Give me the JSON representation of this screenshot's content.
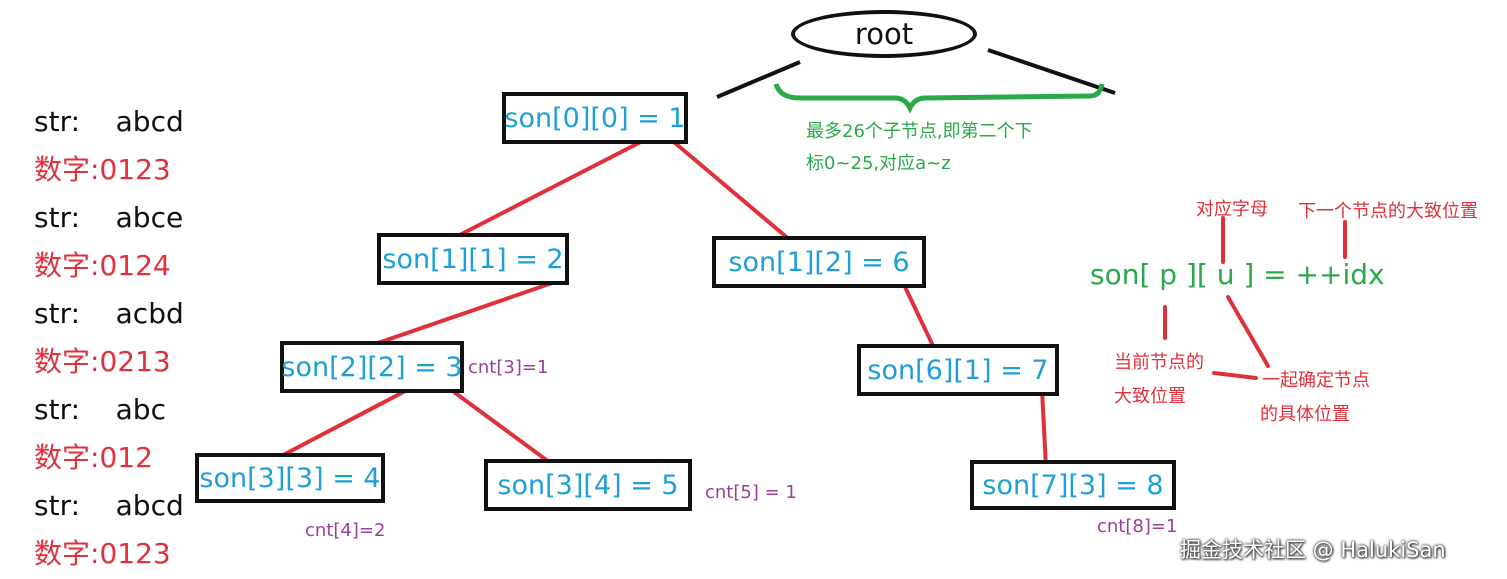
{
  "root_label": "root",
  "left_pairs": [
    {
      "str_label": "str:",
      "str_value": "abcd",
      "num_label": "数字:",
      "num_value": "0123"
    },
    {
      "str_label": "str:",
      "str_value": "abce",
      "num_label": "数字:",
      "num_value": "0124"
    },
    {
      "str_label": "str:",
      "str_value": "acbd",
      "num_label": "数字:",
      "num_value": "0213"
    },
    {
      "str_label": "str:",
      "str_value": "abc",
      "num_label": "数字:",
      "num_value": "012"
    },
    {
      "str_label": "str:",
      "str_value": "abcd",
      "num_label": "数字:",
      "num_value": "0123"
    }
  ],
  "nodes": [
    {
      "id": "n1",
      "label": "son[0][0] = 1"
    },
    {
      "id": "n2",
      "label": "son[1][1] = 2"
    },
    {
      "id": "n6",
      "label": "son[1][2] = 6"
    },
    {
      "id": "n3",
      "label": "son[2][2] = 3"
    },
    {
      "id": "n7",
      "label": "son[6][1] = 7"
    },
    {
      "id": "n4",
      "label": "son[3][3] = 4"
    },
    {
      "id": "n5",
      "label": "son[3][4] = 5"
    },
    {
      "id": "n8",
      "label": "son[7][3] = 8"
    }
  ],
  "cnt_labels": {
    "cnt3": "cnt[3]=1",
    "cnt4": "cnt[4]=2",
    "cnt5": "cnt[5] = 1",
    "cnt8": "cnt[8]=1"
  },
  "brace_note_line1": "最多26个子节点,即第二个下",
  "brace_note_line2": "标0~25,对应a~z",
  "formula": "son[ p ][ u ] = ++idx",
  "annotations": {
    "letter": "对应字母",
    "next_pos": "下一个节点的大致位置",
    "cur_pos_1": "当前节点的",
    "cur_pos_2": "大致位置",
    "together_1": "一起确定节点",
    "together_2": "的具体位置"
  },
  "watermark": "掘金技术社区 @ HalukiSan",
  "colors": {
    "edge": "#e0313b",
    "node_text": "#1e9fd6",
    "green": "#2aa84a",
    "cnt": "#9b3e9b"
  }
}
